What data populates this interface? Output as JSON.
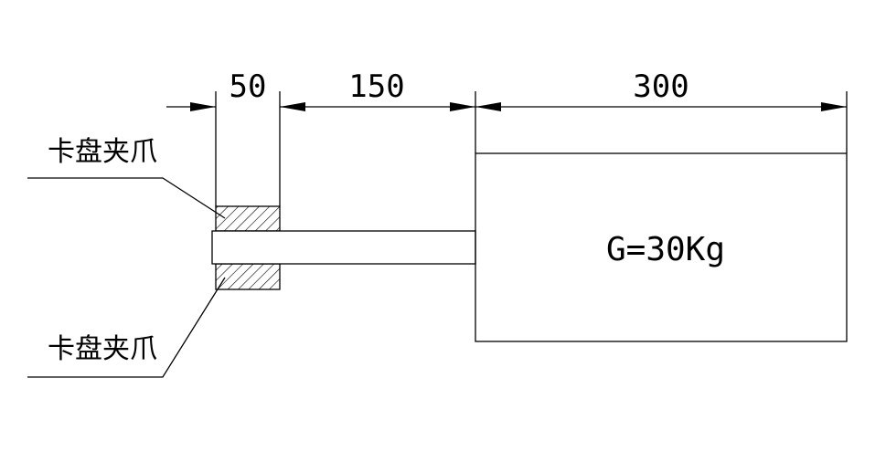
{
  "dimensions": {
    "jaw_width": "50",
    "shaft_length": "150",
    "body_length": "300"
  },
  "labels": {
    "upper_callout": "卡盘夹爪",
    "lower_callout": "卡盘夹爪"
  },
  "body": {
    "mass_label": "G=30Kg"
  }
}
